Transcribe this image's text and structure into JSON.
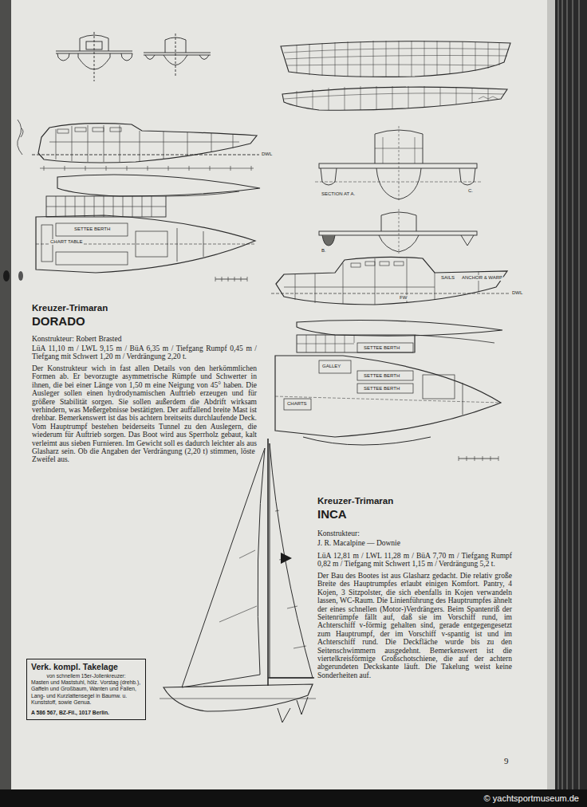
{
  "diagram": {
    "nodes": [
      {
        "text": [
          "Verk. kompl. Takelage",
          "von schnellem 15er-Jollenkreuzer:",
          "Masten und Maststuhl, hölz. Vorstag (drehb.), Gaffeln und Großbaum, Wanten und Fallen, Lang- und Kurzlattensegel in Baumw. u. Kunststoff, sowie Genua.",
          "A 586 567, BZ-Fil., 1017 Berlin."
        ]
      }
    ],
    "labels": [
      "Kreuzer-Trimaran",
      "DORADO",
      "Konstrukteur: Robert Brasted",
      "LüA 11,10 m / LWL 9,15 m / BüA 6,35 m / Tiefgang Rumpf 0,45 m / Tiefgang mit Schwert 1,20 m / Verdrängung 2,20 t.",
      "Der Konstrukteur wich in fast allen Details von den herkömmlichen Formen ab. Er bevorzugte asymmetrische Rümpfe und Schwerter in ihnen, die bei einer Länge von 1,50 m eine Neigung von 45° haben. Die Ausleger sollen einen hydrodynamischen Auftrieb erzeugen und für größere Stabilität sorgen. Sie sollen außerdem die Abdrift wirksam verhindern, was Meßergebnisse bestätigten. Der auffallend breite Mast ist drehbar. Bemerkenswert ist das bis achtern breitseits durchlaufende Deck. Vom Hauptrumpf bestehen beiderseits Tunnel zu den Auslegern, die wiederum für Auftrieb sorgen. Das Boot wird aus Sperrholz gebaut, kalt verleimt aus sieben Furnieren. Im Gewicht soll es dadurch leichter als aus Glasharz sein. Ob die Angaben der Verdrängung (2,20 t) stimmen, löste Zweifel aus.",
      "Kreuzer-Trimaran",
      "INCA",
      "Konstrukteur:",
      "J. R. Macalpine — Downie",
      "LüA 12,81 m / LWL 11,28 m / BüA 7,70 m / Tiefgang Rumpf 0,82 m / Tiefgang mit Schwert 1,15 m / Verdrängung 5,2 t.",
      "Der Bau des Bootes ist aus Glasharz gedacht. Die relativ große Breite des Hauptrumpfes erlaubt einigen Komfort. Pantry, 4 Kojen, 3 Sitzpolster, die sich ebenfalls in Kojen verwandeln lassen, WC-Raum. Die Linienführung des Hauptrumpfes ähnelt der eines schnellen (Motor-)Verdrängers. Beim Spantenriß der Seitenrümpfe fällt auf, daß sie im Vorschiff rund, im Achterschiff v-förmig gehalten sind, gerade entgegengesetzt zum Hauptrumpf, der im Vorschiff v-spantig ist und im Achterschiff rund. Die Deckfläche wurde bis zu den Seitenschwimmern ausgedehnt. Bemerkenswert ist die viertelkreisförmige Großschotschiene, die auf der achtern abgerundeten Deckskante läuft. Die Takelung weist keine Sonderheiten auf.",
      "9",
      "© yachtsportmuseum.de",
      "SETTEE BERTH",
      "CHART TABLE",
      "SECTION AT A.",
      "C.",
      "B.",
      "SAILS",
      "ANCHOR & WARP",
      "FW",
      "DWL",
      "GALLEY",
      "SETTEE BERTH",
      "SETTEE BERTH",
      "SETTEE BERTH",
      "CHARTS",
      "DWL"
    ]
  }
}
